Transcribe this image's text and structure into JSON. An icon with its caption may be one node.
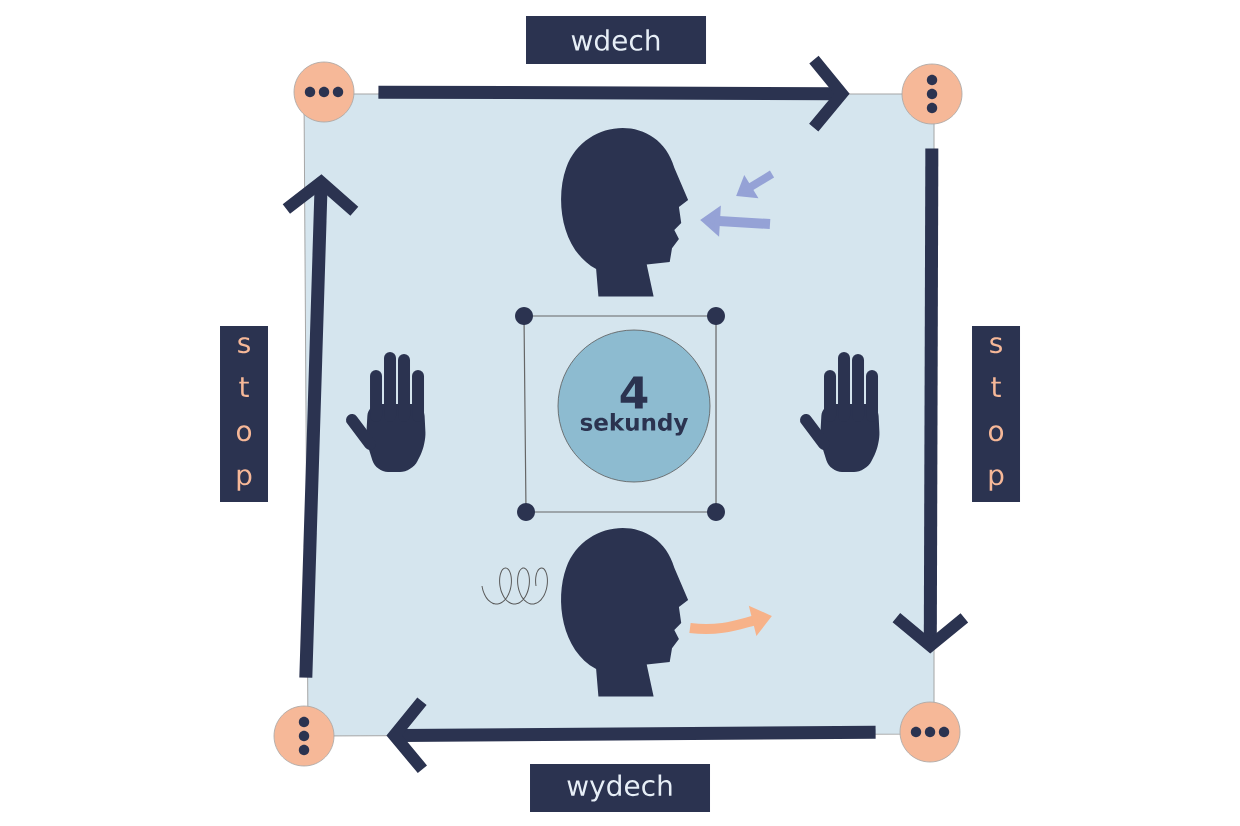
{
  "diagram": {
    "nodes": [
      {
        "text": [],
        "shape": "circle"
      },
      {
        "text": [],
        "shape": "circle"
      },
      {
        "text": [],
        "shape": "circle"
      },
      {
        "text": [],
        "shape": "circle"
      },
      {
        "text": [
          "4",
          "sekundy"
        ]
      }
    ],
    "edges": [
      {
        "from": 0,
        "to": 1,
        "arrow": "to",
        "label": "wdech"
      },
      {
        "from": 1,
        "to": 3,
        "arrow": "to",
        "label": "stop"
      },
      {
        "from": 3,
        "to": 2,
        "arrow": "to",
        "label": "wydech"
      },
      {
        "from": 2,
        "to": 0,
        "arrow": "to",
        "label": "stop"
      }
    ]
  }
}
